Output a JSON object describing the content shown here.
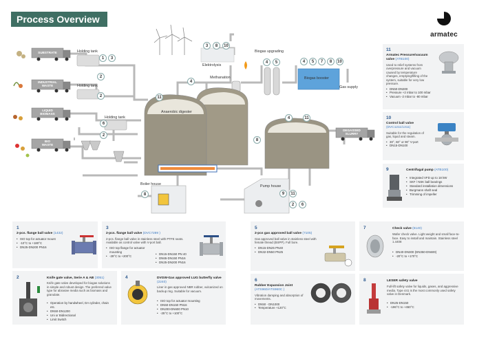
{
  "header": {
    "title": "Process Overview",
    "brand": "armatec"
  },
  "diagram": {
    "trucks": [
      {
        "label": "SUBSTRATE"
      },
      {
        "label": "INDUSTRIAL\nWASTE"
      },
      {
        "label": "LIQUID\nBIOMASS"
      },
      {
        "label": "BIO\nWASTE"
      }
    ],
    "degassed": "DEGASSED\nSLURRY",
    "labels": {
      "holding_tank_1": "Holding tank",
      "holding_tank_2": "Holding tank",
      "holding_tank_3": "Holding tank",
      "elektrolysis": "Elektrolysis",
      "methanation": "Methanation",
      "biogas_upgrading": "Biogas upgrading",
      "biogas_booster": "Biogas booster",
      "gas_supply": "Gas supply",
      "anaerobic_digester": "Anaerobic digester",
      "boiler_house": "Boiler house",
      "pump_house": "Pump house"
    },
    "numbers": {
      "n1": "1",
      "n3a": "3",
      "n2a": "2",
      "n2b": "2",
      "n2c": "2",
      "n6a": "6",
      "n3b": "3",
      "n8a": "8",
      "n10a": "10",
      "n4a": "4",
      "n5a": "5",
      "n4b": "4",
      "n5b": "5",
      "n7a": "7",
      "n8b": "8",
      "n10b": "10",
      "n11a": "11",
      "n4c": "4",
      "n4d": "4",
      "n11b": "11",
      "n8c": "8",
      "n8d": "8",
      "n9a": "9",
      "n11c": "11",
      "n2d": "2",
      "n6b": "6"
    }
  },
  "sidebar": [
    {
      "num": "11",
      "title": "Armatec Pressure/vacuum valve",
      "code": "(ATB100)",
      "desc": "Used to relief systems from overpressure and vacuum caused by temperature changes, emptying/filling of the system, suitable for very low pressure.",
      "items": [
        "DN50-DN300",
        "Pressure +2 mbar to 100 mbar",
        "Vacuum -2 mbar to -80 mbar"
      ]
    },
    {
      "num": "10",
      "title": "Control ball valve",
      "code": "(DVC1211/1311)",
      "desc": "Suitable for the regulation of gas, liquid and steam.",
      "items": [
        "30°, 60° or 90° V-port",
        "DN15-DN100"
      ]
    },
    {
      "num": "9",
      "title": "Centrifugal pump",
      "code": "(ATB100)",
      "desc": "",
      "items": [
        "Integrated VFD up to 18 kW",
        "SKF / NSK ball bearings",
        "Standard installation dimensions",
        "Burgmann shaft seal",
        "Trimming of impeller"
      ]
    }
  ],
  "bottom": [
    {
      "num": "1",
      "title": "2-pcs. flange ball valve",
      "code": "(1432)",
      "desc": "",
      "items": [
        "ISO top for actuator mount",
        "-10°C to +180°C",
        "DN25-DN200 PN16"
      ]
    },
    {
      "num": "3",
      "title": "2-pcs. flange ball valve",
      "code": "(DVC7289 )",
      "desc": "2-pcs. flange ball valve in stainless steel with PTFE seats. Available as control valve with V-port ball.",
      "items": [
        "ISO top flange for actuator mounting",
        "DN15-DN150 PN 40",
        "DN65-DN150 PN16",
        "DN25-DN200 PN16",
        "-29°C to +200°C"
      ]
    },
    {
      "num": "5",
      "title": "2-pcs gas approved ball valve",
      "code": "(7105)",
      "desc": "Gas approved ball valve in stainless steel with female thread (BSPP). Full bore.",
      "items": [
        "DN15-DN25 PN40",
        "DN32-DN50 PN25"
      ]
    },
    {
      "num": "7",
      "title": "Check valve",
      "code": "(6140)",
      "desc": "Wafer check valve. Light weight and small face-to-face. Easy to install and maintain. Stainless steel 1.4408",
      "items": [
        "DN40-DN300 (DN350-DN600)",
        "-20°C to +170°C"
      ]
    },
    {
      "num": "2",
      "title": "Knife gate valve, Serie A & AB",
      "code": "(3051)",
      "desc": "Knife gate valve developed for biogas solutions in simple and robust design. The preferred valve type for abrasive media such as biomass and granulate.",
      "items": [
        "Operation by handwheel, DA cylinder, chain etc.",
        "DN50-DN1200",
        "Uni or Bidirectional",
        "Limit Switch"
      ]
    },
    {
      "num": "4",
      "title": "DVGW-Gas approved LUG butterfly valve",
      "code": "(2240)",
      "desc": "Liner in gas approved NBR rubber, vulcanized on backup ring. Suitable for vacuum.",
      "items": [
        "ISO top for actuator mounting",
        "DN50-DN150 PN16",
        "DN200-DN600 PN10",
        "-25°C to +100°C"
      ]
    },
    {
      "num": "6",
      "title": "Rubber Expansion Joint",
      "code": "(ATS960/ATS960C )",
      "desc": "Vibration damping and absorption of movements.",
      "items": [
        "DN50 - DN1000",
        "Temperature +120°C"
      ]
    },
    {
      "num": "8",
      "title": "LESER safety valve",
      "code": "",
      "desc": "Full-lift safety valve for liquids, gases, and aggressive media. Type 441 is the most commonly used safety valve in Denmark.",
      "items": [
        "DN25-DN150",
        "-196°C to +450°C"
      ]
    }
  ],
  "colors": {
    "header_bg": "#3f6f63",
    "tank": "#9a9483",
    "pipe": "#b8b8b8",
    "booster": "#5ea3db",
    "card_bg": "#f2f3f4",
    "card_num": "#2d5a8f",
    "link": "#3d7bc2"
  }
}
